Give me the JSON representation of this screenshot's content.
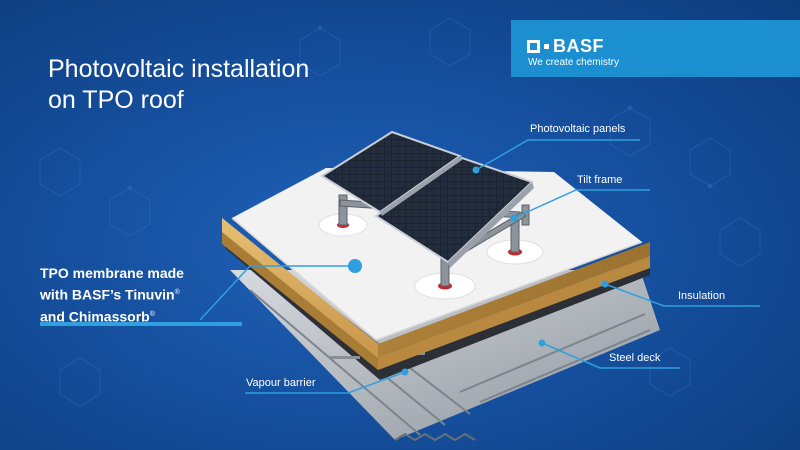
{
  "title": {
    "line1": "Photovoltaic installation",
    "line2": "on TPO roof"
  },
  "brand": {
    "logo_text": "BASF",
    "tagline": "We create chemistry",
    "color": "#1b8fd0"
  },
  "callout": {
    "line1": "TPO membrane made",
    "line2_text": "with BASF’s Tinuvin",
    "line3_text": "and Chimassorb",
    "reg_mark": "®"
  },
  "labels": {
    "photovoltaic_panels": "Photovoltaic panels",
    "tilt_frame": "Tilt frame",
    "insulation": "Insulation",
    "steel_deck": "Steel deck",
    "vapour_barrier": "Vapour barrier"
  },
  "colors": {
    "background": "#16509f",
    "leader_line": "#2f9fe0",
    "membrane": "#f1f1f1",
    "insulation": "#d7a95a",
    "panel": "#1d2530"
  }
}
